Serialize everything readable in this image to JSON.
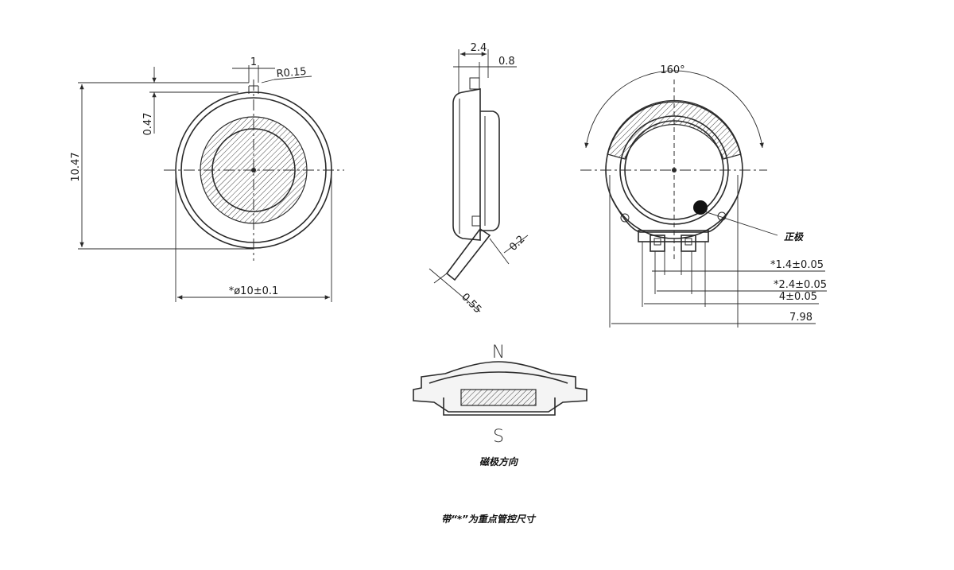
{
  "front_view": {
    "dim_width": "1",
    "dim_radius": "R0.15",
    "dim_offset": "0.47",
    "dim_height": "10.47",
    "dim_diameter": "*ø10±0.1"
  },
  "side_view": {
    "dim_thickness": "2.4",
    "dim_step": "0.8",
    "dim_tab": "0.2",
    "dim_lead": "0.55"
  },
  "back_view": {
    "dim_angle": "160°",
    "polarity_label": "正极",
    "dim_pad_gap": "*1.4±0.05",
    "dim_pad_span": "*2.4±0.05",
    "dim_pad_outer": "4±0.05",
    "dim_total": "7.98"
  },
  "magnet_view": {
    "north_label": "N",
    "south_label": "S",
    "caption": "磁极方向"
  },
  "footnote": "带“*”为重点管控尺寸",
  "colors": {
    "line": "#2a2a2a",
    "background": "#ffffff"
  }
}
